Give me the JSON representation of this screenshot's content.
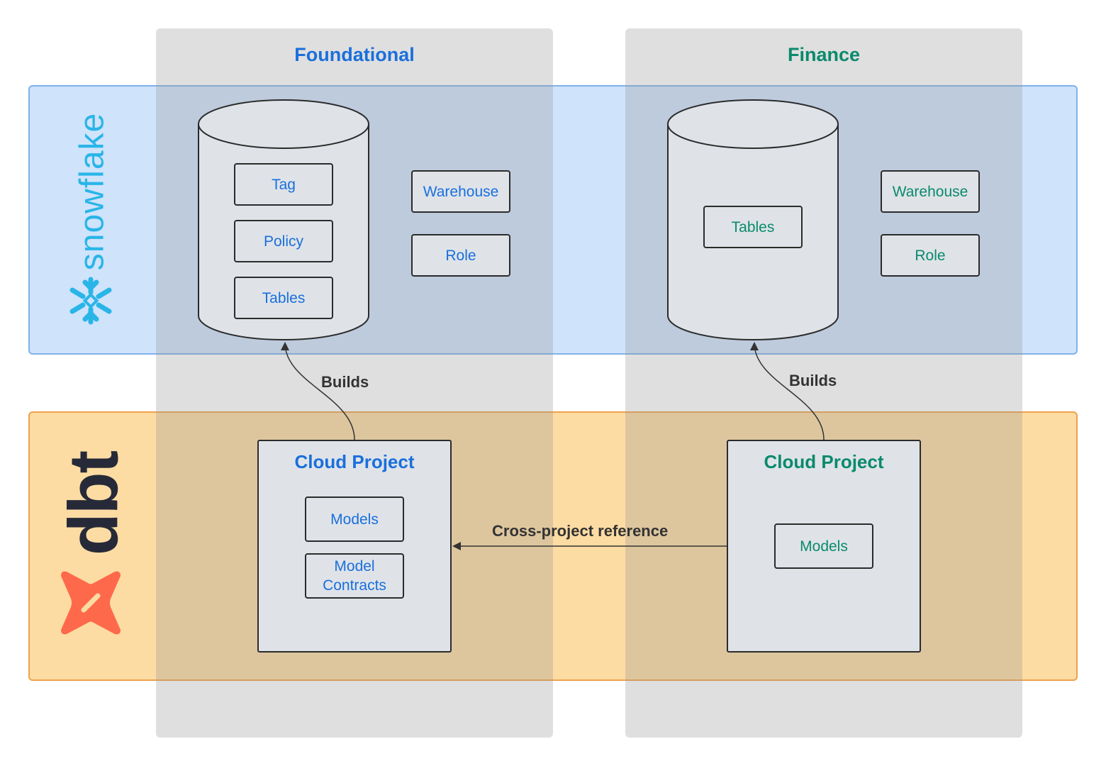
{
  "columns": {
    "foundational": {
      "title": "Foundational"
    },
    "finance": {
      "title": "Finance"
    }
  },
  "logos": {
    "snowflake": {
      "wordmark": "snowflake",
      "color": "#29b5e8",
      "icon": "snowflake-icon"
    },
    "dbt": {
      "wordmark": "dbt",
      "color": "#262a38",
      "icon_color": "#ff694b",
      "icon": "dbt-icon"
    }
  },
  "snowflake_layer": {
    "foundational": {
      "database_items": [
        "Tag",
        "Policy",
        "Tables"
      ],
      "warehouse": "Warehouse",
      "role": "Role"
    },
    "finance": {
      "database_items": [
        "Tables"
      ],
      "warehouse": "Warehouse",
      "role": "Role"
    }
  },
  "dbt_layer": {
    "foundational": {
      "project_title": "Cloud Project",
      "items": [
        "Models",
        "Model\nContracts"
      ]
    },
    "finance": {
      "project_title": "Cloud Project",
      "items": [
        "Models"
      ]
    }
  },
  "edges": {
    "builds_foundational": "Builds",
    "builds_finance": "Builds",
    "cross_project": "Cross-project reference"
  },
  "colors": {
    "foundational_accent": "#1a6fdc",
    "finance_accent": "#0a8a6c",
    "snowflake_band": "#cfe3fb",
    "dbt_band": "#fddca3"
  }
}
